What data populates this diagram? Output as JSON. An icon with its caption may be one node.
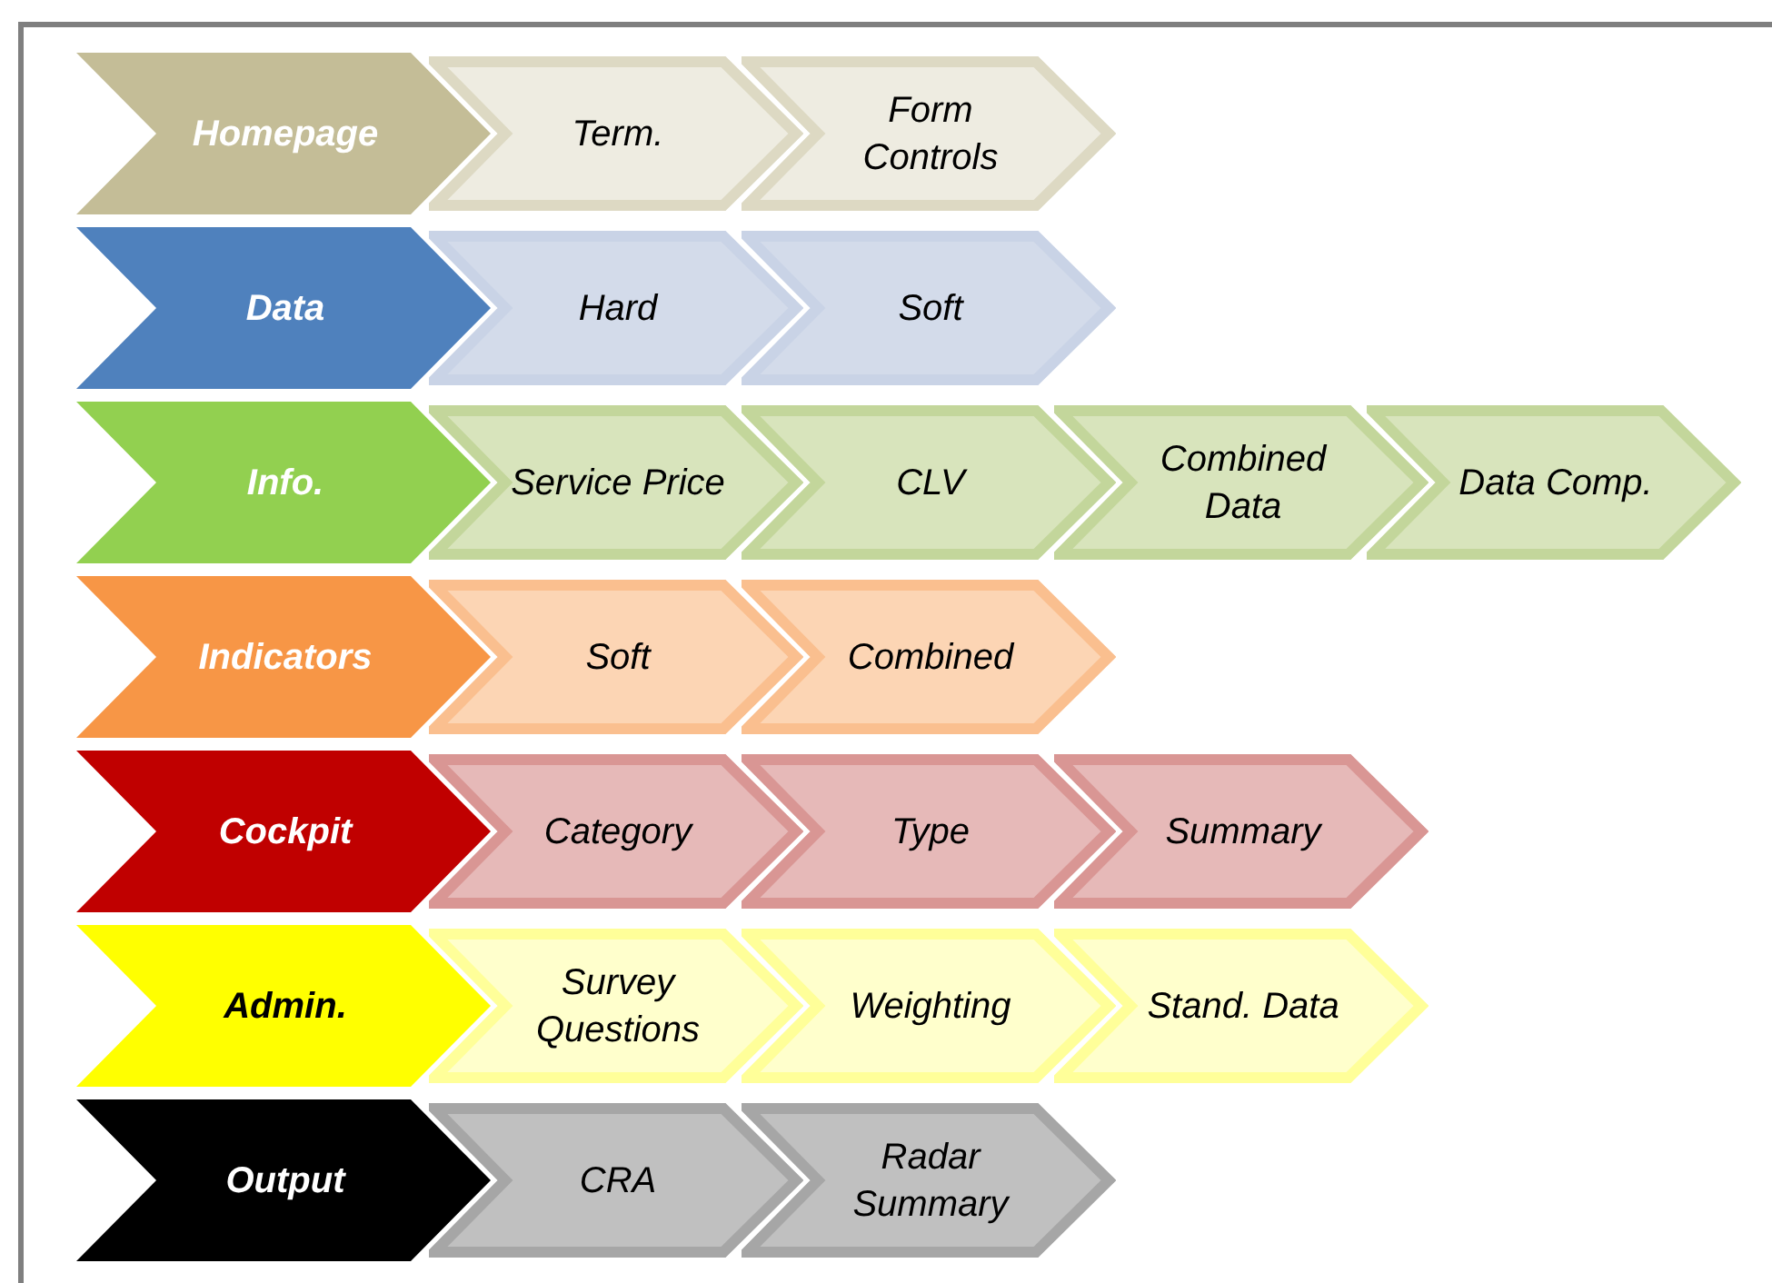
{
  "diagram": {
    "nodes": [
      {
        "text": [
          "Homepage"
        ]
      },
      {
        "text": [
          "Term."
        ]
      },
      {
        "text": [
          "Form Controls"
        ]
      },
      {
        "text": [
          "Data"
        ]
      },
      {
        "text": [
          "Hard"
        ]
      },
      {
        "text": [
          "Soft"
        ]
      },
      {
        "text": [
          "Info."
        ]
      },
      {
        "text": [
          "Service Price"
        ]
      },
      {
        "text": [
          "CLV"
        ]
      },
      {
        "text": [
          "Combined Data"
        ]
      },
      {
        "text": [
          "Data Comp."
        ]
      },
      {
        "text": [
          "Indicators"
        ]
      },
      {
        "text": [
          "Soft"
        ]
      },
      {
        "text": [
          "Combined"
        ]
      },
      {
        "text": [
          "Cockpit"
        ]
      },
      {
        "text": [
          "Category"
        ]
      },
      {
        "text": [
          "Type"
        ]
      },
      {
        "text": [
          "Summary"
        ]
      },
      {
        "text": [
          "Admin."
        ]
      },
      {
        "text": [
          "Survey Questions"
        ]
      },
      {
        "text": [
          "Weighting"
        ]
      },
      {
        "text": [
          "Stand. Data"
        ]
      },
      {
        "text": [
          "Output"
        ]
      },
      {
        "text": [
          "CRA"
        ]
      },
      {
        "text": [
          "Radar Summary"
        ]
      }
    ]
  }
}
